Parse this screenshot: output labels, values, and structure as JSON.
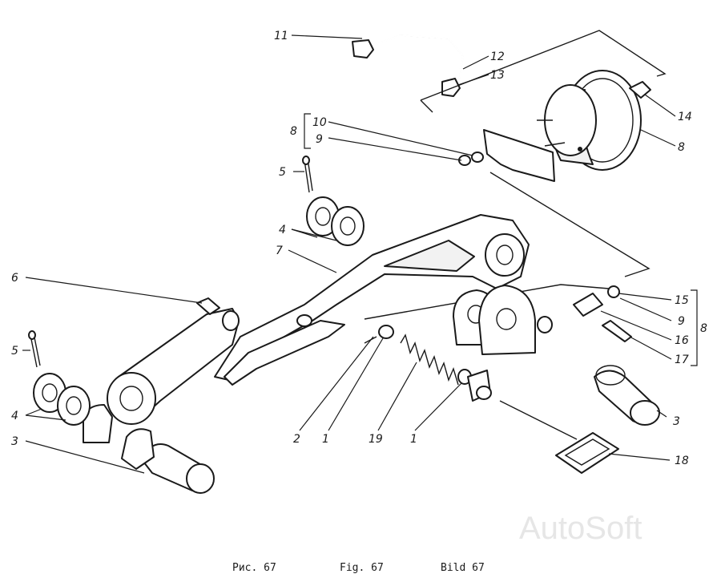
{
  "labels": {
    "l1a": "1",
    "l1b": "1",
    "l2": "2",
    "l3a": "3",
    "l3b": "3",
    "l4a": "4",
    "l4b": "4",
    "l5a": "5",
    "l5b": "5",
    "l6": "6",
    "l7": "7",
    "l8a": "8",
    "l8b": "8",
    "l8c": "8",
    "l9a": "9",
    "l9b": "9",
    "l10": "10",
    "l11": "11",
    "l12": "12",
    "l13": "13",
    "l14": "14",
    "l15": "15",
    "l16": "16",
    "l17": "17",
    "l18": "18",
    "l19": "19"
  },
  "caption": {
    "ru": "Рис. 67",
    "en": "Fig. 67",
    "de": "Bild 67"
  },
  "watermark": "AutoSoft"
}
